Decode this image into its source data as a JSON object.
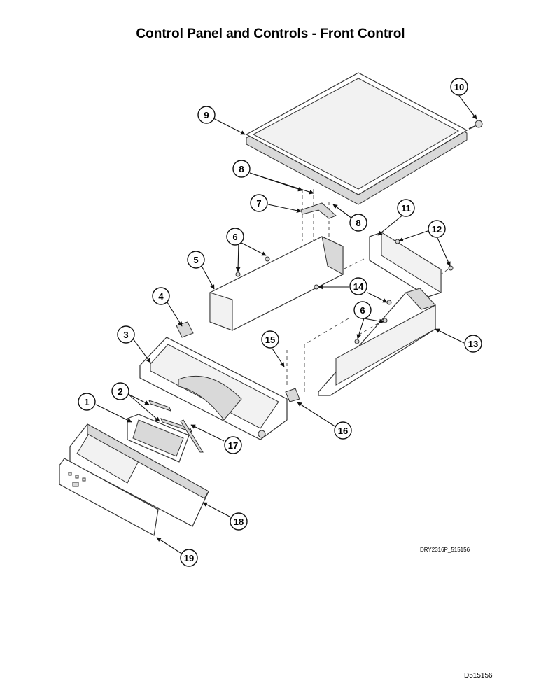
{
  "title": "Control Panel and Controls - Front Control",
  "drawing_code": "DRY2316P_515156",
  "page_code": "D515156",
  "callouts": [
    "1",
    "2",
    "3",
    "4",
    "5",
    "6",
    "7",
    "8",
    "9",
    "10",
    "11",
    "12",
    "13",
    "14",
    "15",
    "16",
    "17",
    "18",
    "19"
  ]
}
